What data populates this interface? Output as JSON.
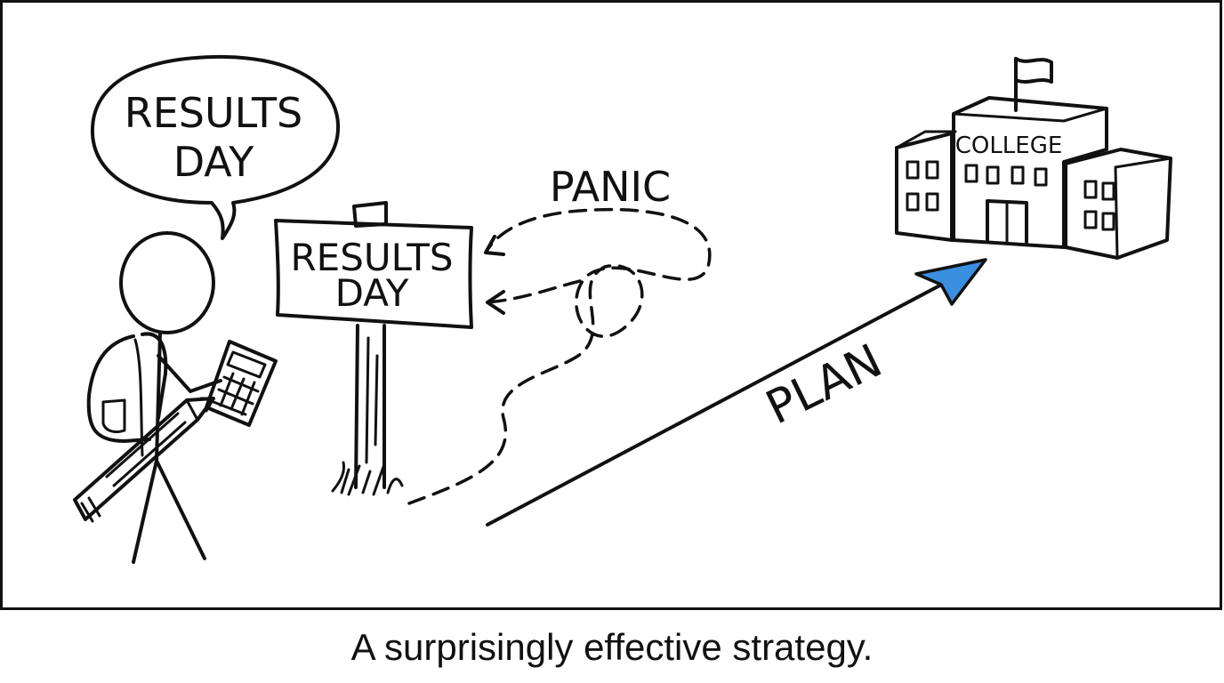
{
  "panel": {
    "speech_bubble": {
      "line1": "RESULTS",
      "line2": "DAY"
    },
    "sign": {
      "line1": "RESULTS",
      "line2": "DAY"
    },
    "panic_label": "PANIC",
    "plan_label": "PLAN",
    "building_label": "COLLEGE"
  },
  "caption": "A surprisingly effective strategy.",
  "colors": {
    "ink": "#111111",
    "arrow_blue": "#3b8fe0"
  },
  "icons": [
    "stick-figure",
    "backpack-icon",
    "calculator-icon",
    "pencil-icon",
    "signpost-icon",
    "college-building-icon",
    "flag-icon"
  ]
}
